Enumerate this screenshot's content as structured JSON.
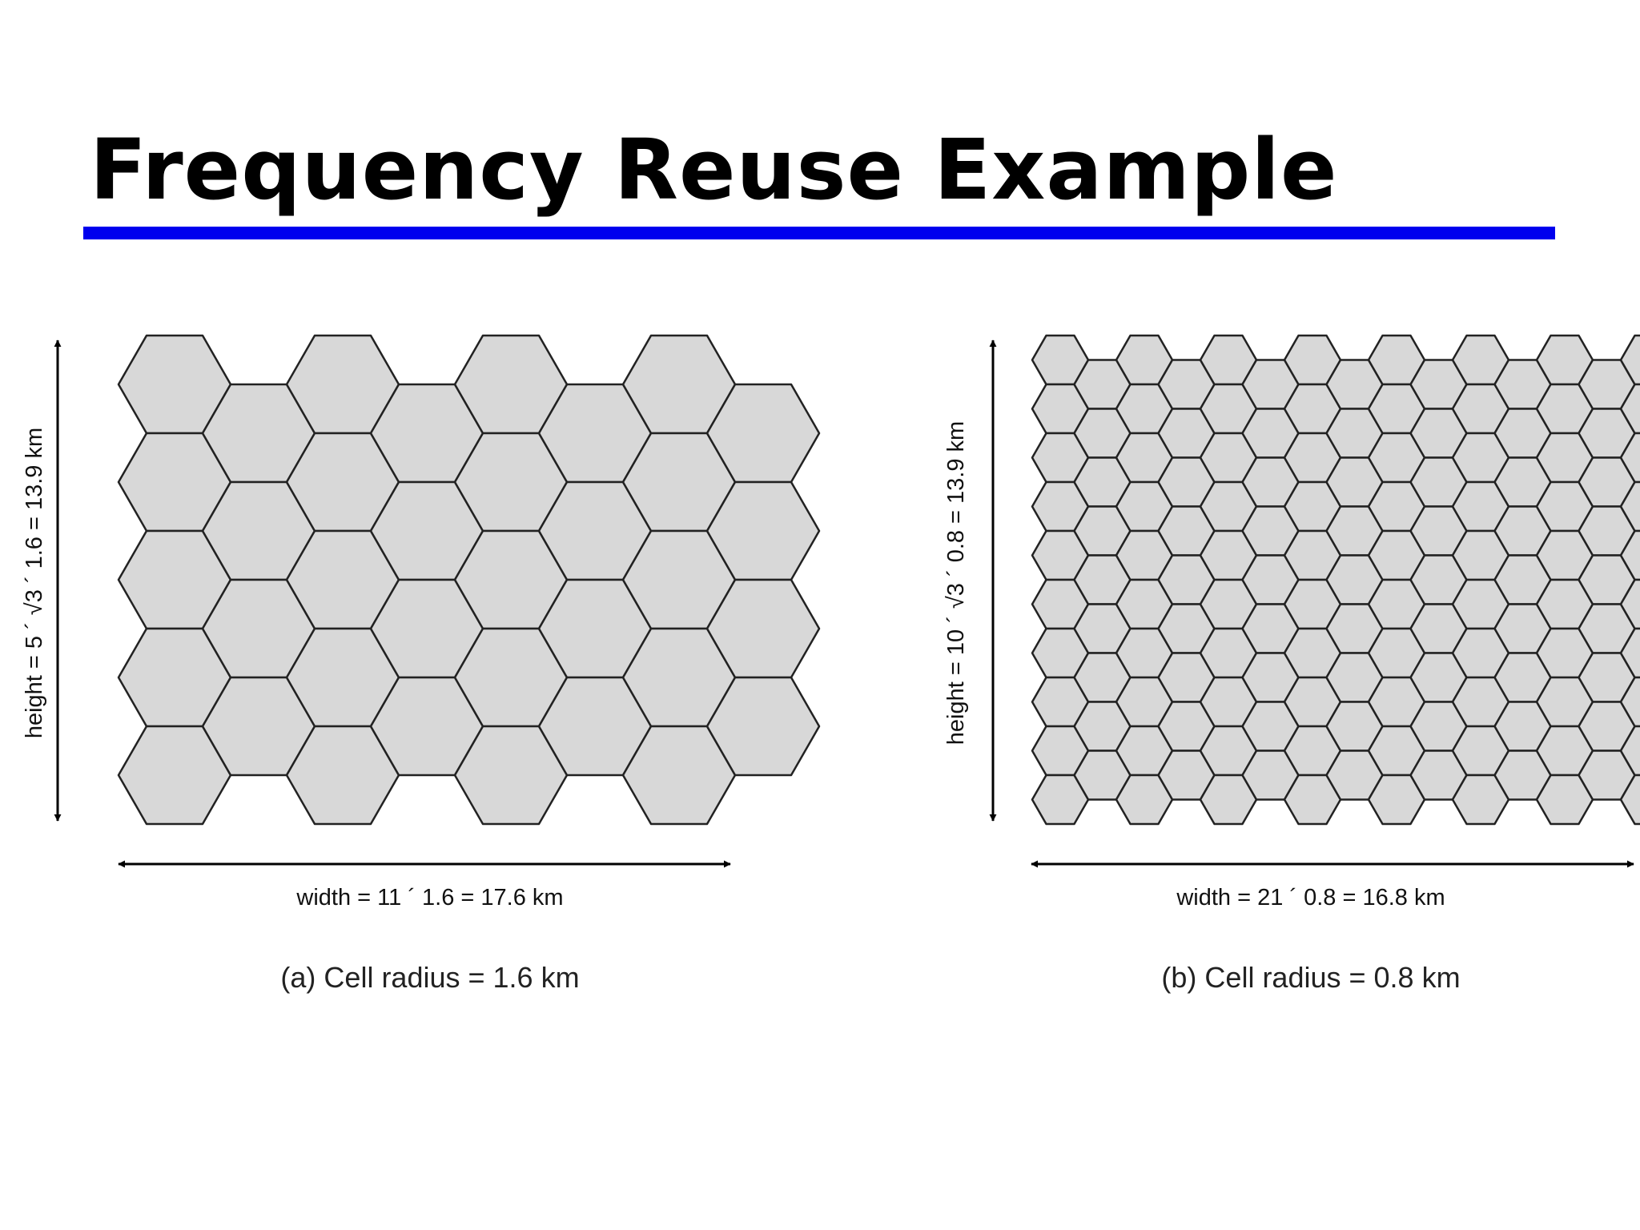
{
  "slide": {
    "title": "Frequency Reuse Example",
    "accent_color": "#0000ee"
  },
  "colors": {
    "cell_fill": "#d8d8d8",
    "cell_stroke": "#222222"
  },
  "panels": [
    {
      "id": "a",
      "height_label": "height = 5 ´ √3 ´ 1.6 = 13.9 km",
      "width_label": "width = 11 ´ 1.6 = 17.6 km",
      "caption": "(a)  Cell radius = 1.6 km",
      "columns": 8,
      "full_rows": 5
    },
    {
      "id": "b",
      "height_label": "height = 10 ´ √3 ´ 0.8 = 13.9 km",
      "width_label": "width = 21 ´ 0.8 = 16.8 km",
      "caption": "(b)  Cell radius = 0.8 km",
      "columns": 15,
      "full_rows": 10
    }
  ]
}
